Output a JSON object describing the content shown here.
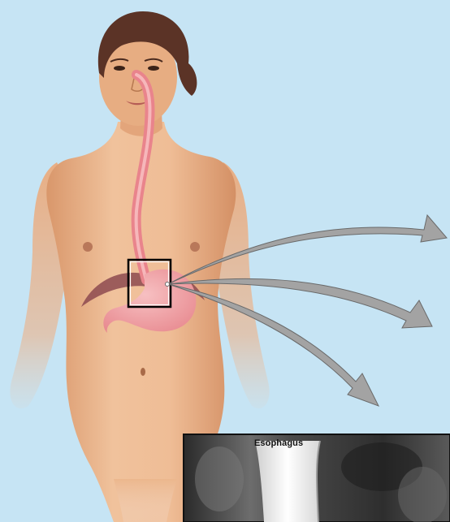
{
  "xray": {
    "label": "Esophagus"
  },
  "colors": {
    "background": "#c6e4f4",
    "skin": "#ecb78d",
    "skin_shadow": "#c98c62",
    "hair": "#5b3326",
    "esophagus": "#e9848c",
    "stomach": "#f2a3a5",
    "diaphragm": "#8d4a50",
    "arrow": "#a3a3a3",
    "arrow_outline": "#6a6a6a",
    "zoom_box": "#000000",
    "xray_dark": "#3a3a3a",
    "xray_light": "#e8e8e8"
  },
  "arrows": [
    {
      "name": "upper-arrow",
      "target": "right-upper"
    },
    {
      "name": "middle-arrow",
      "target": "right-middle"
    },
    {
      "name": "lower-arrow",
      "target": "lower-right"
    }
  ]
}
